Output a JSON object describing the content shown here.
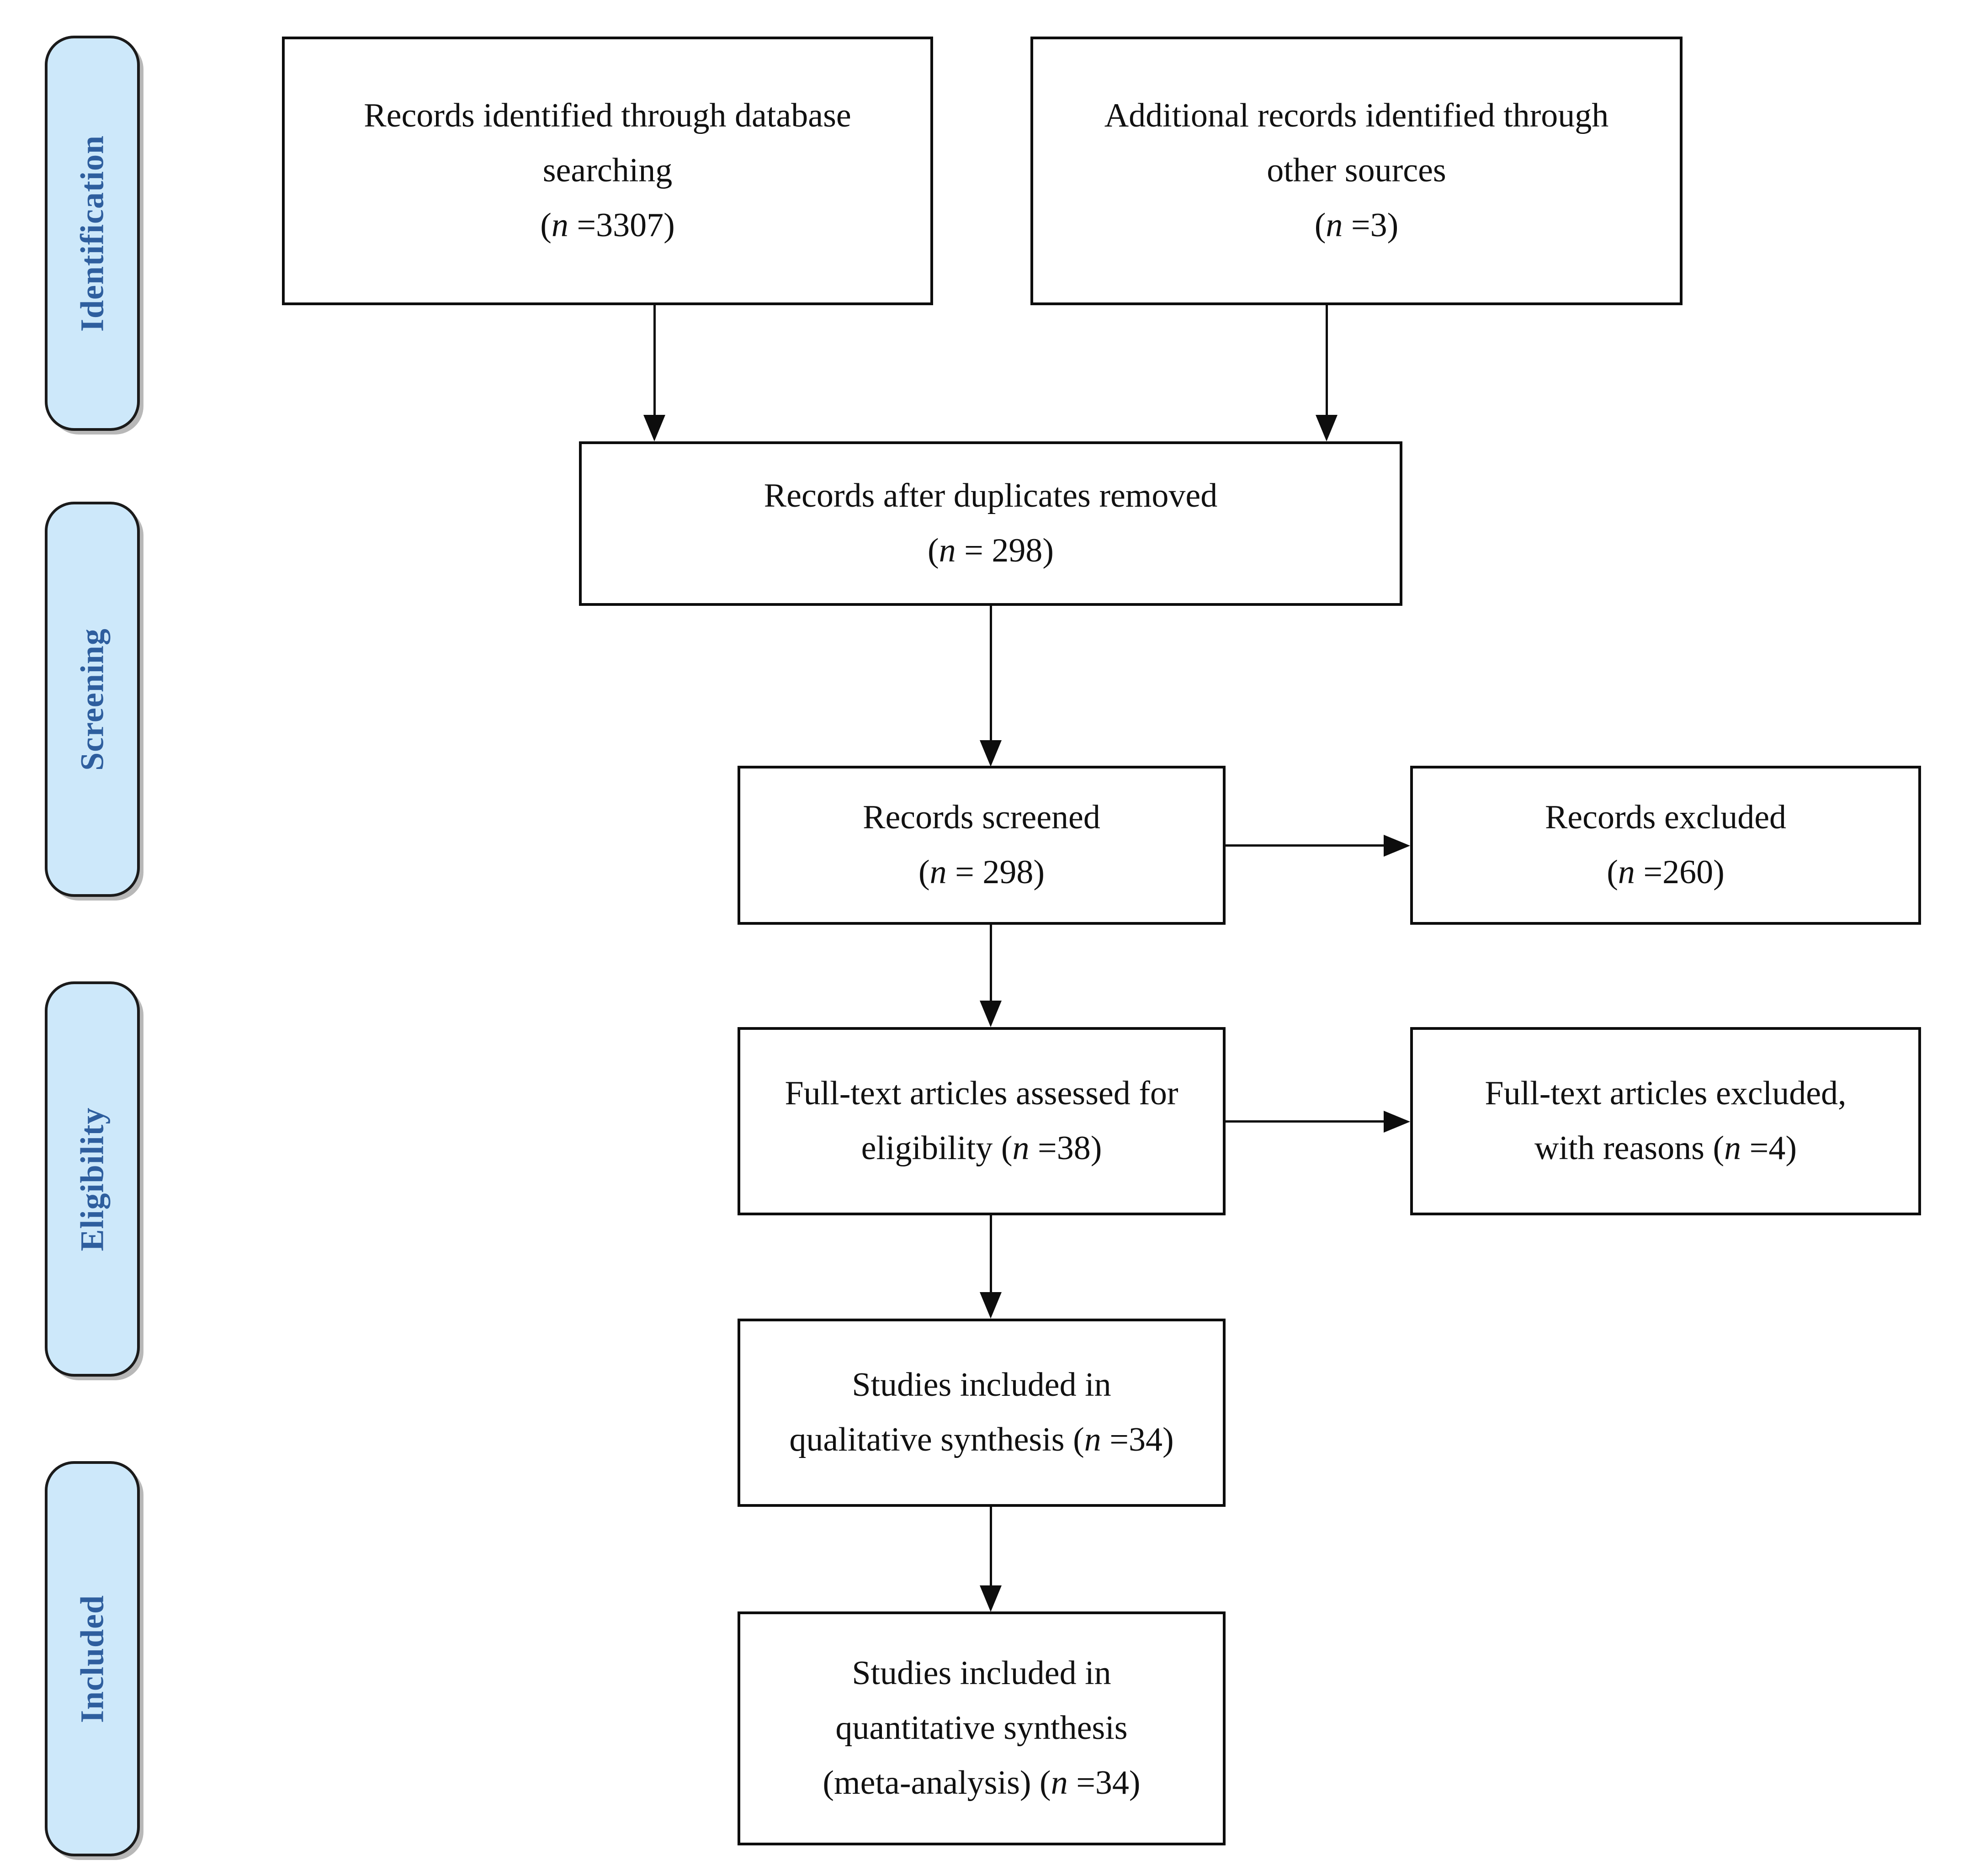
{
  "diagram": {
    "type": "prisma-flow-diagram",
    "stages": [
      {
        "id": "identification",
        "label": "Identification"
      },
      {
        "id": "screening",
        "label": "Screening"
      },
      {
        "id": "eligibility",
        "label": "Eligibility"
      },
      {
        "id": "included",
        "label": "Included"
      }
    ],
    "colors": {
      "stage_fill": "#CDE8FA",
      "stage_text": "#2E5E9E",
      "box_border": "#0d0d0d",
      "box_fill": "#ffffff",
      "text": "#111111"
    },
    "boxes": {
      "database_search": {
        "line1": "Records identified through database",
        "line2": "searching",
        "line3_pre": "(",
        "line3_n": "n",
        "line3_post": " =3307)",
        "count": 3307
      },
      "other_sources": {
        "line1": "Additional records identified through",
        "line2": "other sources",
        "line3_pre": "(",
        "line3_n": "n",
        "line3_post": " =3)",
        "count": 3
      },
      "duplicates_removed": {
        "line1": "Records after duplicates removed",
        "line2_pre": "(",
        "line2_n": "n",
        "line2_post": " = 298)",
        "count": 298
      },
      "records_screened": {
        "line1": "Records screened",
        "line2_pre": "(",
        "line2_n": "n",
        "line2_post": " = 298)",
        "count": 298
      },
      "records_excluded": {
        "line1": "Records excluded",
        "line2_pre": "(",
        "line2_n": "n",
        "line2_post": " =260)",
        "count": 260
      },
      "fulltext_assessed": {
        "line1": "Full-text articles assessed for",
        "line2_pre": "eligibility (",
        "line2_n": "n",
        "line2_post": " =38)",
        "count": 38
      },
      "fulltext_excluded": {
        "line1": "Full-text articles excluded,",
        "line2_pre": "with reasons (",
        "line2_n": "n",
        "line2_post": " =4)",
        "count": 4
      },
      "qualitative_synthesis": {
        "line1": "Studies included in",
        "line2_pre": "qualitative synthesis (",
        "line2_n": "n",
        "line2_post": " =34)",
        "count": 34
      },
      "quantitative_synthesis": {
        "line1": "Studies included in",
        "line2": "quantitative synthesis",
        "line3_pre": "(meta-analysis) (",
        "line3_n": "n",
        "line3_post": " =34)",
        "count": 34
      }
    }
  }
}
